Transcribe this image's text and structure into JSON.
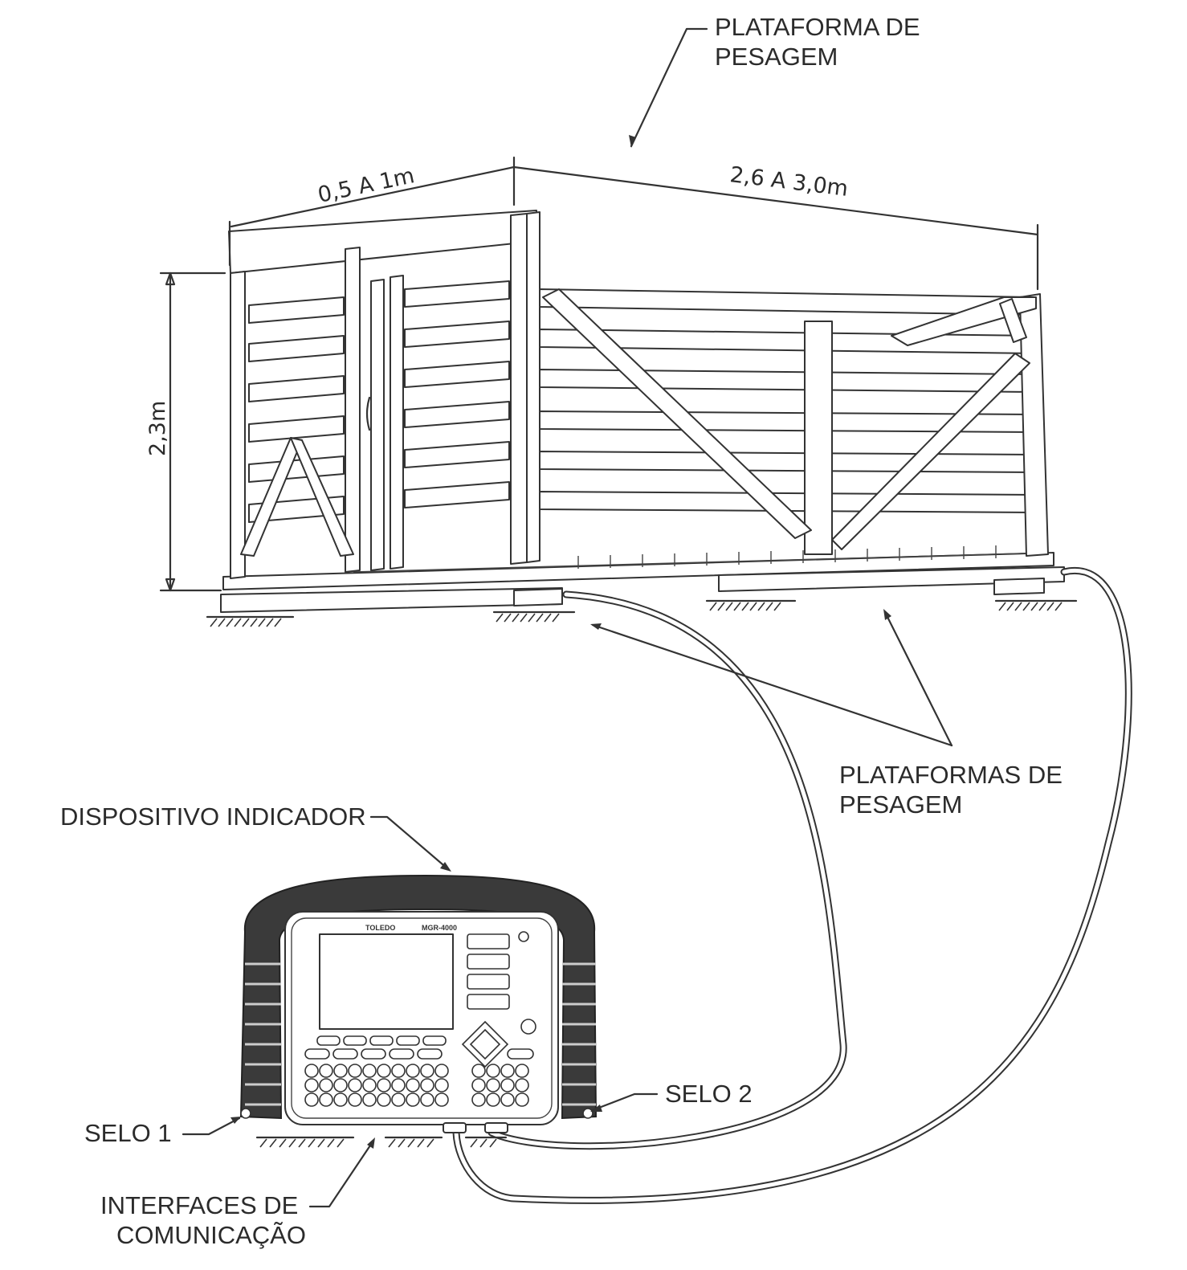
{
  "labels": {
    "top_platform_line1": "PLATAFORMA DE",
    "top_platform_line2": "PESAGEM",
    "dim_depth": "0,5 A 1m",
    "dim_length": "2,6 A 3,0m",
    "dim_height": "2,3m",
    "platforms_line1": "PLATAFORMAS DE",
    "platforms_line2": "PESAGEM",
    "indicator": "DISPOSITIVO INDICADOR",
    "seal1": "SELO 1",
    "seal2": "SELO 2",
    "interfaces_line1": "INTERFACES DE",
    "interfaces_line2": "COMUNICAÇÃO",
    "device_brand": "TOLEDO",
    "device_model": "MGR-4000"
  }
}
